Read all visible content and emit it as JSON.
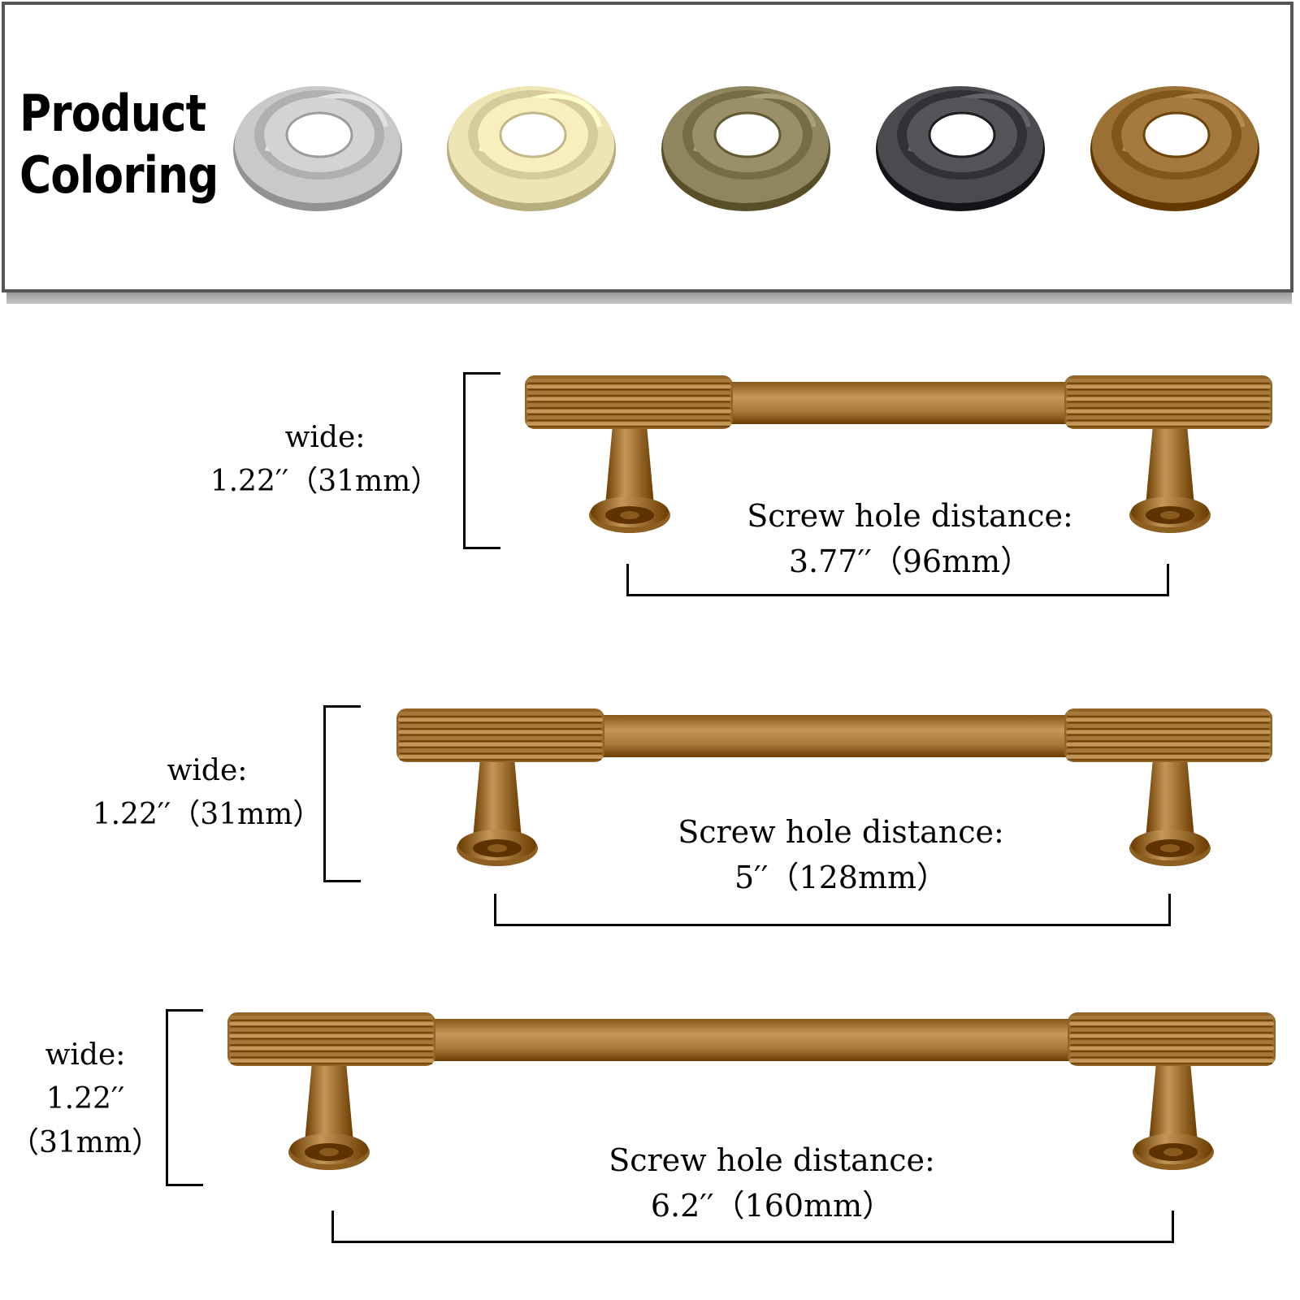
{
  "header": {
    "title_line1": "Product",
    "title_line2": "Coloring",
    "finishes": [
      {
        "icon": "silver-finish-ring-icon",
        "color": "#c9c9cb"
      },
      {
        "icon": "cream-finish-ring-icon",
        "color": "#efe4b4"
      },
      {
        "icon": "antique-bronze-finish-ring-icon",
        "color": "#8f8660"
      },
      {
        "icon": "black-finish-ring-icon",
        "color": "#4a4b4f"
      },
      {
        "icon": "antique-brass-finish-ring-icon",
        "color": "#9a7035"
      }
    ]
  },
  "handle_color": "#a6783a",
  "sizes": [
    {
      "wide_label": "wide:",
      "wide_value": "1.22′′（31mm）",
      "screw_label": "Screw hole distance:",
      "screw_value": "3.77′′（96mm）"
    },
    {
      "wide_label": "wide:",
      "wide_value": "1.22′′（31mm）",
      "screw_label": "Screw hole distance:",
      "screw_value": "5′′（128mm）"
    },
    {
      "wide_label": "wide:",
      "wide_value_line1": "1.22′′",
      "wide_value_line2": "（31mm）",
      "screw_label": "Screw hole distance:",
      "screw_value": "6.2′′（160mm）"
    }
  ]
}
